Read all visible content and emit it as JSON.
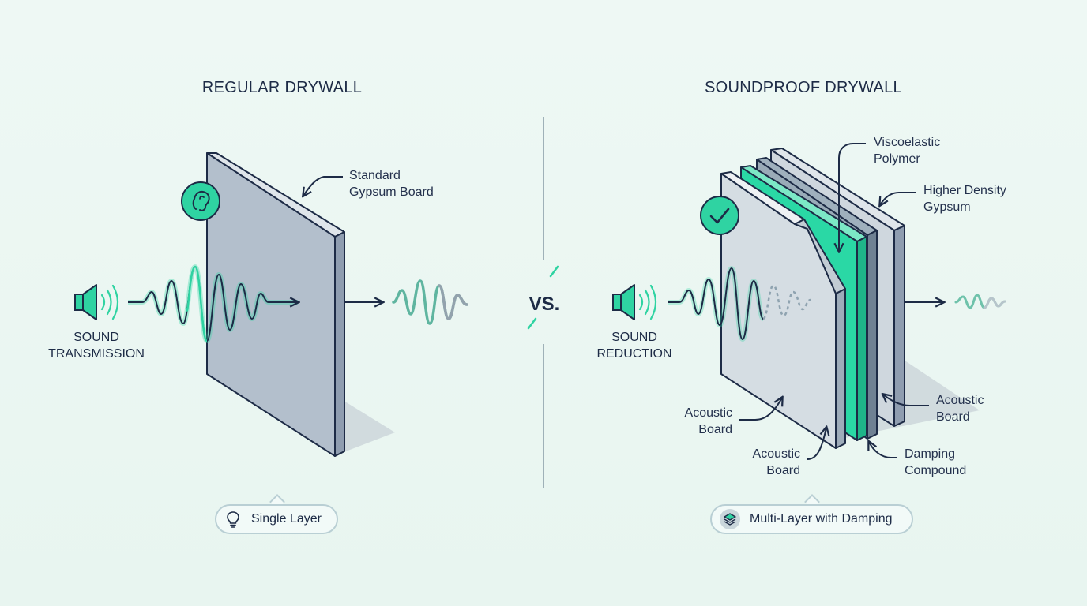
{
  "left_panel": {
    "title": "REGULAR DRYWALL",
    "callout_gypsum_line1": "Standard",
    "callout_gypsum_line2": "Gypsum Board",
    "source_line1": "SOUND",
    "source_line2": "TRANSMISSION",
    "pill_label": "Single Layer",
    "pill_icon": "lightbulb-icon",
    "status_icon": "ear-icon"
  },
  "divider": {
    "label": "VS."
  },
  "right_panel": {
    "title": "SOUNDPROOF DRYWALL",
    "callout_polymer_line1": "Viscoelastic",
    "callout_polymer_line2": "Polymer",
    "callout_density_line1": "Higher Density",
    "callout_density_line2": "Gypsum",
    "callout_acoustic_right_line1": "Acoustic",
    "callout_acoustic_right_line2": "Board",
    "callout_acoustic_left_line1": "Acoustic",
    "callout_acoustic_left_line2": "Board",
    "callout_acoustic_bottom_line1": "Acoustic",
    "callout_acoustic_bottom_line2": "Board",
    "callout_damping_line1": "Damping",
    "callout_damping_line2": "Compound",
    "source_line1": "SOUND",
    "source_line2": "REDUCTION",
    "pill_label": "Multi-Layer with Damping",
    "pill_icon": "layers-icon",
    "status_icon": "checkmark-icon"
  },
  "colors": {
    "accent": "#2fd3a2",
    "ink": "#1d2b46",
    "board_fill": "#b3bfcc",
    "board_light": "#cfd7de",
    "polymer": "#2ad8a5",
    "background": "#eaf6f2"
  }
}
